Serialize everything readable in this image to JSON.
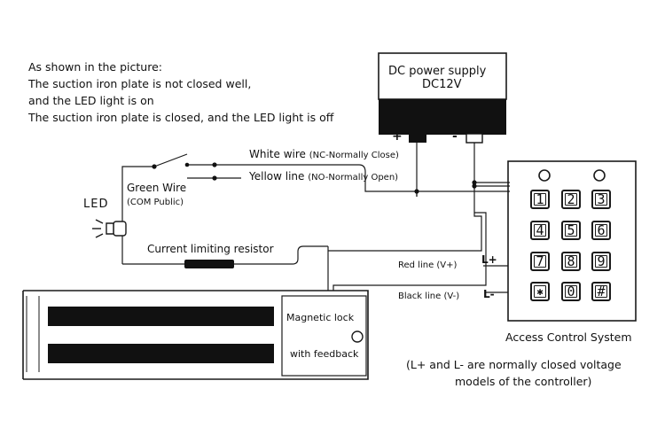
{
  "note": {
    "heading": "As shown in the picture:",
    "line1": "The suction iron plate is not closed well,",
    "line2": "and the LED light is on",
    "line3": "The suction iron plate is closed, and the LED light is off"
  },
  "power_supply": {
    "line1": "DC power supply",
    "line2": "DC12V",
    "plus": "+",
    "minus": "-"
  },
  "wires": {
    "white_main": "White wire",
    "white_sub": "(NC-Normally Close)",
    "yellow_main": "Yellow line",
    "yellow_sub": "(NO-Normally Open)",
    "green_main": "Green Wire",
    "green_sub": "(COM Public)",
    "resistor": "Current limiting resistor",
    "red": "Red line (V+)",
    "black": "Black line (V-)"
  },
  "led": "LED",
  "keypad": {
    "terminal_plus": "L+",
    "terminal_minus": "L-",
    "keys": [
      "1",
      "2",
      "3",
      "4",
      "5",
      "6",
      "7",
      "8",
      "9",
      "✱",
      "0",
      "#"
    ],
    "title": "Access Control System",
    "note_line1": "(L+ and L- are normally closed voltage",
    "note_line2": "models of the controller)"
  },
  "magnetic_lock": {
    "line1": "Magnetic lock",
    "line2": "with feedback"
  }
}
